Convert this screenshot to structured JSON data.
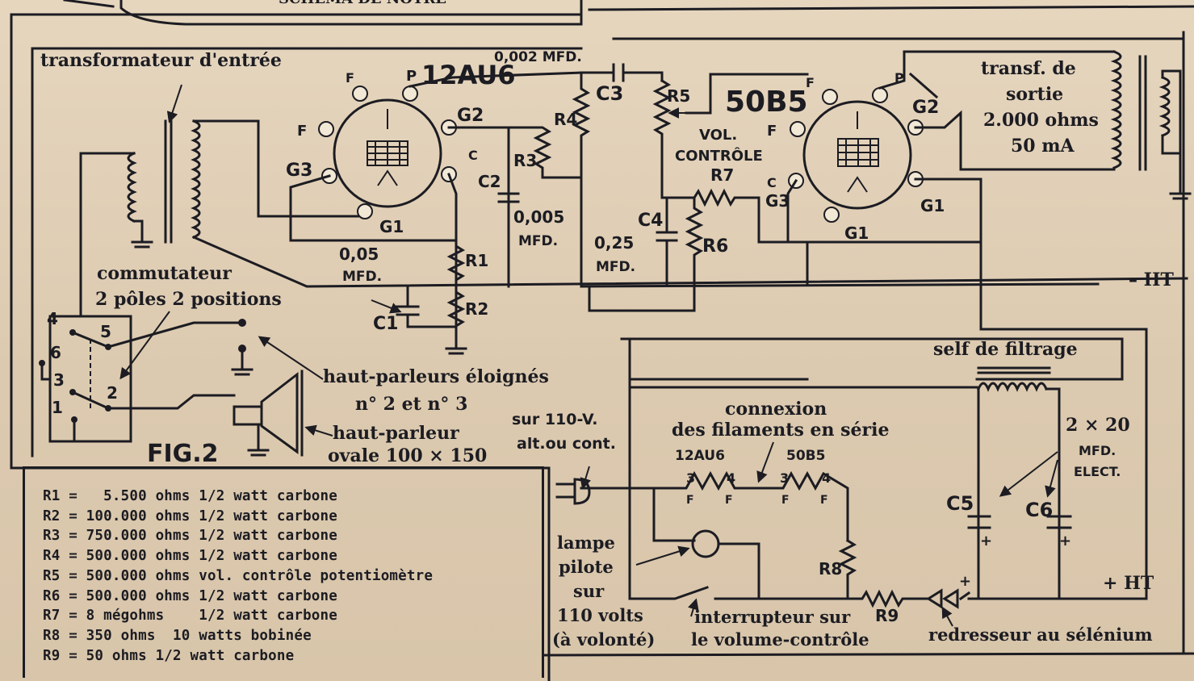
{
  "diagram": {
    "fig_label": "FIG.2",
    "top_caption": "SCHEMA DE NOTRE",
    "labels": {
      "input_transformer": "transformateur d'entrée",
      "output_transformer_1": "transf. de",
      "output_transformer_2": "sortie",
      "output_transformer_3": "2.000 ohms",
      "output_transformer_4": "50 mA",
      "tube1": "12AU6",
      "tube2": "50B5",
      "c3_value": "0,002 MFD.",
      "c3": "C3",
      "r4": "R4",
      "r3": "R3",
      "r5": "R5",
      "r1": "R1",
      "r2": "R2",
      "r6": "R6",
      "r7": "R7",
      "r8": "R8",
      "r9": "R9",
      "c1": "C1",
      "c2": "C2",
      "c4": "C4",
      "c5": "C5",
      "c6": "C6",
      "c2_value_1": "0,005",
      "c2_value_2": "MFD.",
      "c1_value_1": "0,05",
      "c1_value_2": "MFD.",
      "c4_value_1": "0,25",
      "c4_value_2": "MFD.",
      "vol_1": "VOL.",
      "vol_2": "CONTRÔLE",
      "g1": "G1",
      "g2": "G2",
      "g3": "G3",
      "g1b": "G1",
      "g2b": "G2",
      "g3b": "G3",
      "f": "F",
      "p": "P",
      "c": "C",
      "minus_ht": "– HT",
      "plus_ht": "+ HT",
      "self_filtrage": "self de filtrage",
      "commutateur_1": "commutateur",
      "commutateur_2": "2 pôles 2 positions",
      "hp_eloignes_1": "haut-parleurs éloignés",
      "hp_eloignes_2": "n° 2 et n° 3",
      "hp_1": "haut-parleur",
      "hp_2": "ovale 100 × 150",
      "mains_1": "sur 110-V.",
      "mains_2": "alt.ou cont.",
      "connexion_1": "connexion",
      "connexion_2": "des filaments en série",
      "fil_12au6": "12AU6",
      "fil_50b5": "50B5",
      "elect_1": "2 × 20",
      "elect_2": "MFD.",
      "elect_3": "ELECT.",
      "lampe_1": "lampe",
      "lampe_2": "pilote",
      "lampe_3": "sur",
      "lampe_4": "110 volts",
      "lampe_5": "(à volonté)",
      "interrupteur_1": "interrupteur sur",
      "interrupteur_2": "le volume-contrôle",
      "redresseur": "redresseur au sélénium"
    },
    "legend": [
      "R1 =   5.500 ohms 1/2 watt carbone",
      "R2 = 100.000 ohms 1/2 watt carbone",
      "R3 = 750.000 ohms 1/2 watt carbone",
      "R4 = 500.000 ohms 1/2 watt carbone",
      "R5 = 500.000 ohms vol. contrôle potentiomètre",
      "R6 = 500.000 ohms 1/2 watt carbone",
      "R7 = 8 mégohms    1/2 watt carbone",
      "R8 = 350 ohms  10 watts bobinée",
      "R9 = 50 ohms 1/2 watt carbone"
    ]
  }
}
